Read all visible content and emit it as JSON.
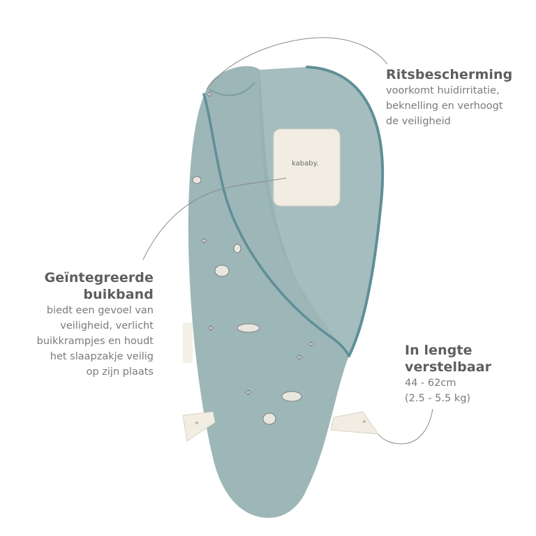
{
  "callouts": {
    "zipper": {
      "title": "Ritsbescherming",
      "lines": [
        "voorkomt huidirritatie,",
        "beknelling en verhoogt",
        "de veiligheid"
      ]
    },
    "belly_band": {
      "title_lines": [
        "Geïntegreerde",
        "buikband"
      ],
      "lines": [
        "biedt een gevoel van",
        "veiligheid, verlicht",
        "buikkrampjes en houdt",
        "het slaapzakje veilig",
        "op zijn plaats"
      ]
    },
    "length": {
      "title_lines": [
        "In lengte",
        "verstelbaar"
      ],
      "lines": [
        "44 - 62cm",
        "(2.5 - 5.5 kg)"
      ]
    }
  },
  "product": {
    "brand_label": "kababy."
  },
  "colors": {
    "fabric": "#9db6b8",
    "fabric_shade": "#8eaaad",
    "fabric_inner": "#a6bdc0",
    "zipper": "#5f8f97",
    "band": "#f1ede2",
    "line": "#8a8a8a"
  }
}
